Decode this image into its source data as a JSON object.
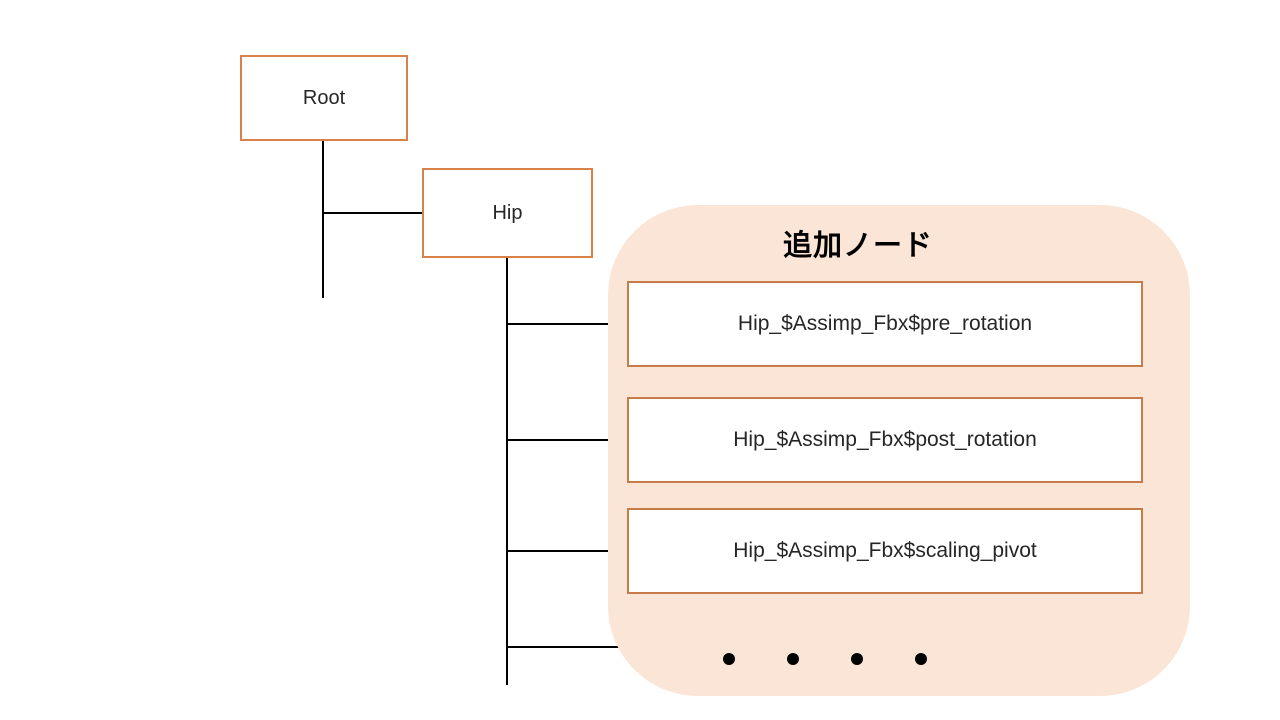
{
  "tree": {
    "root": {
      "label": "Root"
    },
    "hip": {
      "label": "Hip"
    }
  },
  "panel": {
    "title": "追加ノード",
    "nodes": [
      {
        "label": "Hip_$Assimp_Fbx$pre_rotation"
      },
      {
        "label": "Hip_$Assimp_Fbx$post_rotation"
      },
      {
        "label": "Hip_$Assimp_Fbx$scaling_pivot"
      }
    ],
    "ellipsis_dot_count": 4
  },
  "colors": {
    "node_border_orange": "#d9814a",
    "added_node_border": "#c67b4a",
    "panel_background": "#fbe5d6",
    "connector_line": "#000000",
    "text": "#262626",
    "page_background": "#ffffff"
  }
}
